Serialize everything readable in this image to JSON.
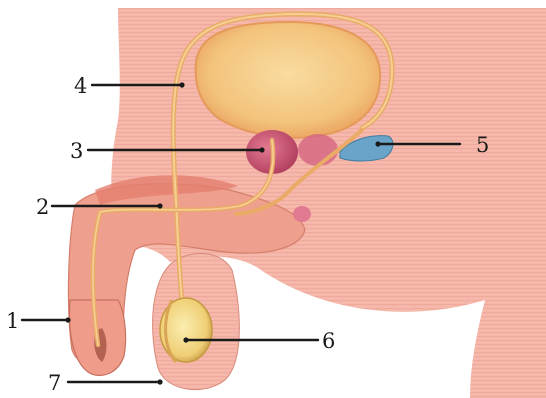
{
  "labels": [
    {
      "id": "1",
      "text": "1"
    },
    {
      "id": "2",
      "text": "2"
    },
    {
      "id": "3",
      "text": "3"
    },
    {
      "id": "4",
      "text": "4"
    },
    {
      "id": "5",
      "text": "5"
    },
    {
      "id": "6",
      "text": "6"
    },
    {
      "id": "7",
      "text": "7"
    }
  ],
  "colors": {
    "body": "#f4b3a6",
    "body_stripe": "#e89a8c",
    "bladder": "#f4c987",
    "bladder_edge": "#e8a65a",
    "duct": "#f0b870",
    "duct_edge": "#c98a48",
    "prostate": "#c9506e",
    "prostate_light": "#e07a90",
    "vesicle": "#6aa4c8",
    "testis": "#f3d98a",
    "testis_edge": "#c49a40",
    "penis": "#ef9f8d",
    "penis_edge": "#d67e6c",
    "leader": "#1a1a1a"
  }
}
